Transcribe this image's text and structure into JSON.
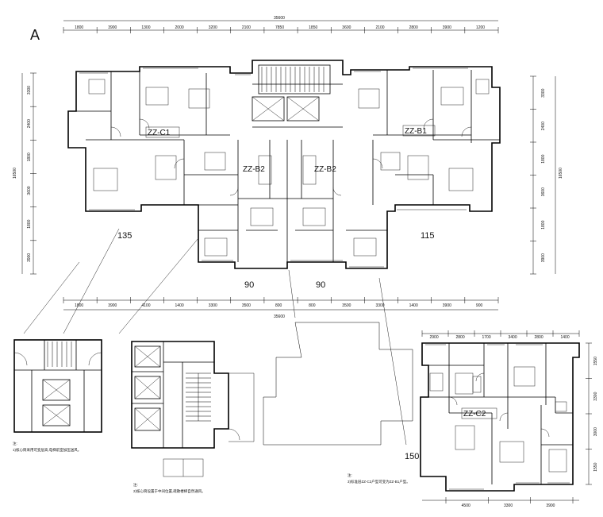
{
  "sheet_letter": "A",
  "top_dims": {
    "total": "35600",
    "segments": [
      "1800",
      "3900",
      "1300",
      "2000",
      "3200",
      "2100",
      "7850",
      "1850",
      "3600",
      "2100",
      "2800",
      "3900",
      "1200"
    ]
  },
  "bottom_dims": {
    "total": "35600",
    "segments": [
      "1800",
      "3900",
      "4100",
      "1400",
      "3300",
      "3500",
      "800",
      "800",
      "3500",
      "3300",
      "1400",
      "3900",
      "900"
    ]
  },
  "left_dims": {
    "total": "16500",
    "segments": [
      "3300",
      "2400",
      "1800",
      "3600",
      "1800",
      "3900"
    ]
  },
  "right_dims": {
    "total": "16500",
    "segments": [
      "3300",
      "2400",
      "1800",
      "3600",
      "1800",
      "3900"
    ]
  },
  "units": [
    {
      "code": "ZZ-C1",
      "area": "135"
    },
    {
      "code": "ZZ-B2",
      "area": "90"
    },
    {
      "code": "ZZ-B2",
      "area": "90"
    },
    {
      "code": "ZZ-B1",
      "area": "115"
    }
  ],
  "c2_unit": {
    "code": "ZZ-C2",
    "area": "150",
    "top_dims": [
      "2900",
      "2800",
      "1700",
      "3400",
      "2800",
      "1400"
    ],
    "bottom_dims": [
      "4500",
      "3300",
      "3900"
    ],
    "right_dims": [
      "1550",
      "3300",
      "3000",
      "1550"
    ]
  },
  "notes": [
    "注:",
    "1)核心筒采用可变层高,电梯前室加压送风。",
    "2)核心筒设置于中间位置,疏散楼梯自然通风。",
    "3)标准层ZZ-C2户型可变为ZZ-B1户型。"
  ]
}
